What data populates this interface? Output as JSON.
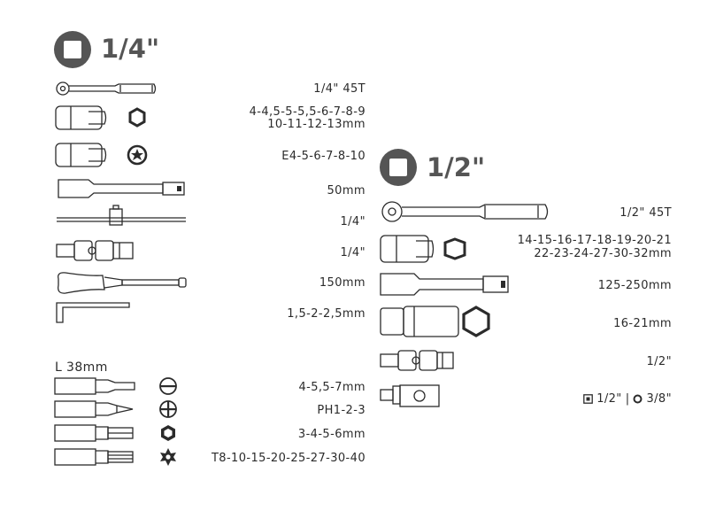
{
  "colors": {
    "ink": "#2b2b2b",
    "header_badge": "#555555",
    "background": "#ffffff"
  },
  "quarter_section": {
    "title": "1/4\"",
    "rows": [
      {
        "tool": "ratchet-quarter",
        "label": "1/4\" 45T"
      },
      {
        "tool": "hex-socket-quarter",
        "label_lines": [
          "4-4,5-5-5,5-6-7-8-9",
          "10-11-12-13mm"
        ]
      },
      {
        "tool": "torx-socket-quarter",
        "label": "E4-5-6-7-8-10"
      },
      {
        "tool": "extension-bar-quarter",
        "label": "50mm"
      },
      {
        "tool": "t-bar-quarter",
        "label": "1/4\""
      },
      {
        "tool": "universal-joint-quarter",
        "label": "1/4\""
      },
      {
        "tool": "screwdriver-handle",
        "label": "150mm"
      },
      {
        "tool": "hex-key",
        "label": "1,5-2-2,5mm"
      }
    ],
    "bits_length_label": "L 38mm",
    "bits": [
      {
        "type": "slotted",
        "icon": "slot-icon",
        "label": "4-5,5-7mm"
      },
      {
        "type": "phillips",
        "icon": "phillips-icon",
        "label": "PH1-2-3"
      },
      {
        "type": "hex",
        "icon": "hex-icon",
        "label": "3-4-5-6mm"
      },
      {
        "type": "torx",
        "icon": "torx-icon",
        "label": "T8-10-15-20-25-27-30-40"
      }
    ]
  },
  "half_section": {
    "title": "1/2\"",
    "rows": [
      {
        "tool": "ratchet-half",
        "label": "1/2\" 45T"
      },
      {
        "tool": "hex-socket-half",
        "label_lines": [
          "14-15-16-17-18-19-20-21",
          "22-23-24-27-30-32mm"
        ]
      },
      {
        "tool": "extension-bar-half",
        "label": "125-250mm"
      },
      {
        "tool": "spark-plug-socket",
        "label": "16-21mm"
      },
      {
        "tool": "universal-joint-half",
        "label": "1/2\""
      }
    ],
    "adapter": {
      "from": "1/2\"",
      "separator": "|",
      "to": "3/8\""
    }
  }
}
